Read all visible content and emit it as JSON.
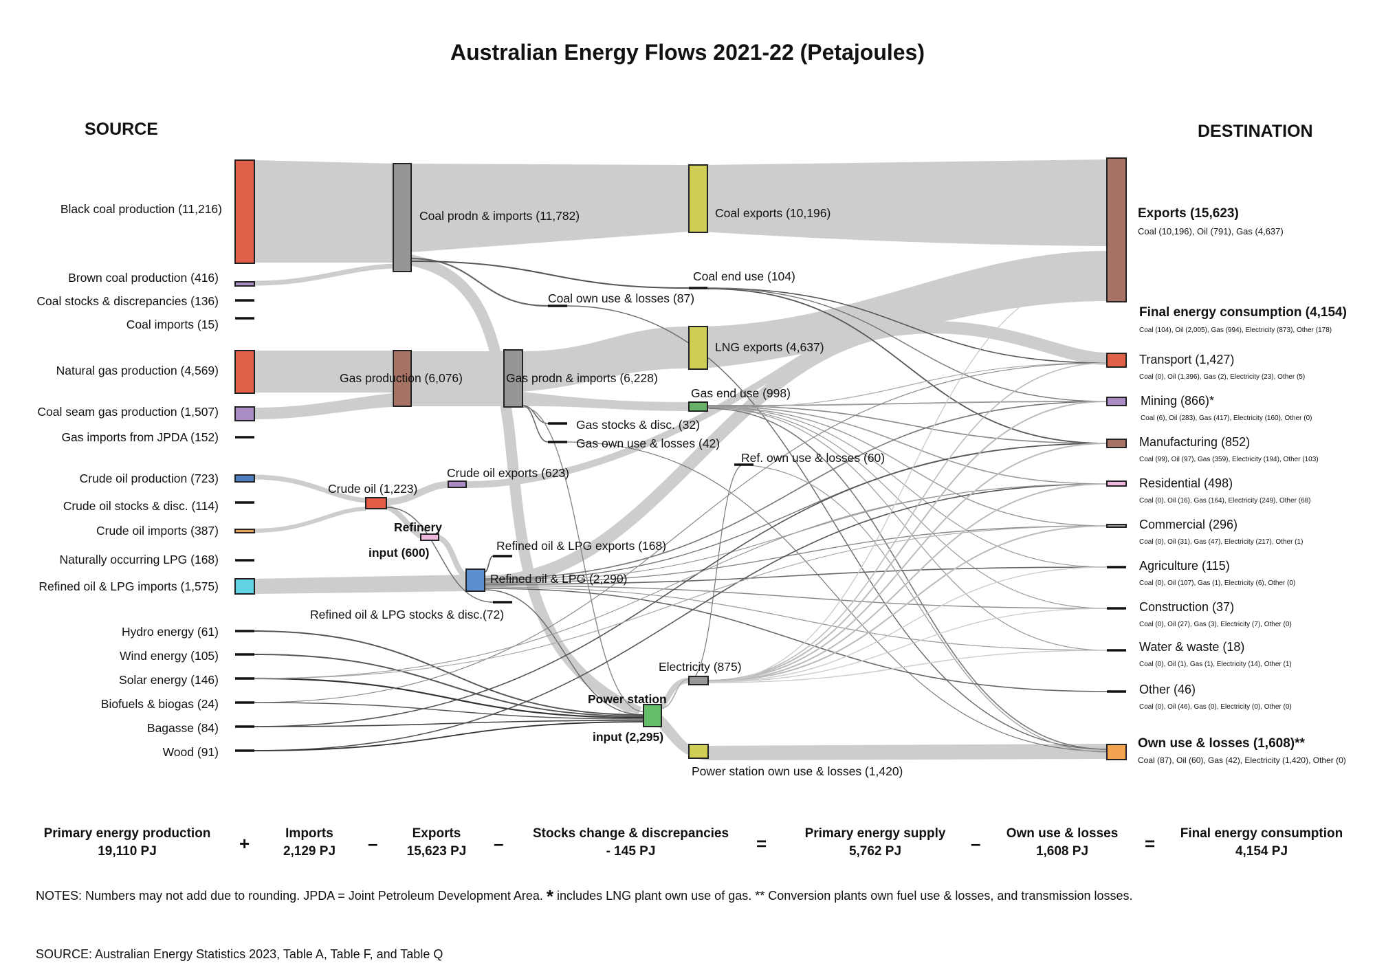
{
  "title": "Australian Energy Flows 2021-22 (Petajoules)",
  "source_header": "SOURCE",
  "destination_header": "DESTINATION",
  "colors": {
    "flow": "#cccdcd",
    "black_coal": "#e0604a",
    "brown_coal": "#a98cc4",
    "coal_node": "#969696",
    "coal_exports": "#cfcd56",
    "gas_production": "#a67365",
    "natural_gas": "#e0604a",
    "csg": "#a98cc4",
    "crude": "#4f7fbe",
    "crude_mix": "#e45c48",
    "refinery": "#f1b8de",
    "crude_imports": "#e8a460",
    "refined_imports": "#62d3e2",
    "refined_node": "#5b8fcd",
    "gas_end": "#67b266",
    "power": "#64be6a",
    "exports": "#a67365",
    "transport": "#e0604a",
    "mining": "#a98cc4",
    "manufacturing": "#a67365",
    "residential": "#f1b8de",
    "own_use": "#f3a24f"
  },
  "sources": [
    {
      "name": "Black coal production",
      "value": "(11,216)"
    },
    {
      "name": "Brown coal production",
      "value": "(416)"
    },
    {
      "name": "Coal stocks & discrepancies",
      "value": "(136)"
    },
    {
      "name": "Coal imports",
      "value": "(15)"
    },
    {
      "name": "Natural gas production",
      "value": "(4,569)"
    },
    {
      "name": "Coal seam gas production",
      "value": "(1,507)"
    },
    {
      "name": "Gas imports from JPDA",
      "value": "(152)"
    },
    {
      "name": "Crude oil production",
      "value": "(723)"
    },
    {
      "name": "Crude oil stocks & disc.",
      "value": "(114)"
    },
    {
      "name": "Crude oil imports",
      "value": "(387)"
    },
    {
      "name": "Naturally occurring LPG",
      "value": "(168)"
    },
    {
      "name": "Refined oil & LPG imports",
      "value": "(1,575)"
    },
    {
      "name": "Hydro energy",
      "value": "(61)"
    },
    {
      "name": "Wind energy",
      "value": "(105)"
    },
    {
      "name": "Solar energy",
      "value": "(146)"
    },
    {
      "name": "Biofuels & biogas",
      "value": "(24)"
    },
    {
      "name": "Bagasse",
      "value": "(84)"
    },
    {
      "name": "Wood",
      "value": "(91)"
    }
  ],
  "intermediates": {
    "coal_prodn": "Coal prodn & imports (11,782)",
    "coal_exports": "Coal exports (10,196)",
    "coal_end_use": "Coal end use (104)",
    "coal_own_use": "Coal own use & losses (87)",
    "gas_production": "Gas production (6,076)",
    "gas_prodn_imports": "Gas prodn & imports (6,228)",
    "lng_exports": "LNG exports (4,637)",
    "gas_end_use": "Gas end use (998)",
    "gas_stocks": "Gas stocks & disc. (32)",
    "gas_own_use": "Gas own use & losses (42)",
    "crude_oil": "Crude oil (1,223)",
    "crude_exports": "Crude oil exports (623)",
    "refinery_l1": "Refinery",
    "refinery_l2": "input (600)",
    "ref_own_use": "Ref. own use & losses (60)",
    "refined_exports": "Refined oil & LPG exports (168)",
    "refined_node": "Refined oil & LPG (2,290)",
    "refined_stocks": "Refined oil & LPG stocks & disc.(72)",
    "electricity": "Electricity (875)",
    "power_l1": "Power station",
    "power_l2": "input (2,295)",
    "power_own_use": "Power station own use & losses (1,420)"
  },
  "destinations": [
    {
      "name": "Exports (15,623)",
      "detail": "Coal (10,196), Oil (791), Gas (4,637)"
    },
    {
      "name": "Final energy consumption (4,154)",
      "detail": "Coal (104), Oil (2,005), Gas (994), Electricity (873), Other (178)"
    },
    {
      "name": "Transport (1,427)",
      "detail": "Coal (0), Oil (1,396), Gas (2), Electricity (23), Other (5)"
    },
    {
      "name": "Mining (866)*",
      "detail": "Coal (6), Oil (283), Gas (417), Electricity (160), Other (0)"
    },
    {
      "name": "Manufacturing (852)",
      "detail": "Coal (99), Oil (97), Gas (359), Electricity (194), Other (103)"
    },
    {
      "name": "Residential (498)",
      "detail": "Coal (0), Oil (16), Gas (164), Electricity (249), Other (68)"
    },
    {
      "name": "Commercial (296)",
      "detail": "Coal (0), Oil (31), Gas (47), Electricity (217), Other (1)"
    },
    {
      "name": "Agriculture (115)",
      "detail": "Coal (0), Oil (107), Gas (1), Electricity (6), Other (0)"
    },
    {
      "name": "Construction (37)",
      "detail": "Coal (0), Oil (27), Gas (3), Electricity (7), Other (0)"
    },
    {
      "name": "Water & waste (18)",
      "detail": "Coal (0), Oil (1), Gas (1), Electricity (14), Other (1)"
    },
    {
      "name": "Other (46)",
      "detail": "Coal (0), Oil (46), Gas (0), Electricity (0), Other (0)"
    },
    {
      "name": "Own use & losses (1,608)**",
      "detail": "Coal (87), Oil (60), Gas (42), Electricity (1,420), Other (0)"
    }
  ],
  "equation": {
    "terms": [
      {
        "label": "Primary energy production",
        "value": "19,110 PJ"
      },
      {
        "label": "Imports",
        "value": "2,129 PJ"
      },
      {
        "label": "Exports",
        "value": "15,623 PJ"
      },
      {
        "label": "Stocks change & discrepancies",
        "value": "- 145 PJ"
      },
      {
        "label": "Primary energy supply",
        "value": "5,762 PJ"
      },
      {
        "label": "Own use & losses",
        "value": "1,608 PJ"
      },
      {
        "label": "Final energy consumption",
        "value": "4,154 PJ"
      }
    ],
    "operators": [
      "+",
      "–",
      "–",
      "=",
      "–",
      "="
    ]
  },
  "notes": {
    "prefix": "NOTES:  Numbers may not add due to rounding. JPDA = Joint Petroleum Development Area.",
    "star": "*",
    "suffix": "includes LNG plant own use of gas. ** Conversion plants own fuel use & losses, and transmission losses."
  },
  "source_note": "SOURCE:  Australian Energy Statistics 2023, Table A, Table F, and Table Q"
}
